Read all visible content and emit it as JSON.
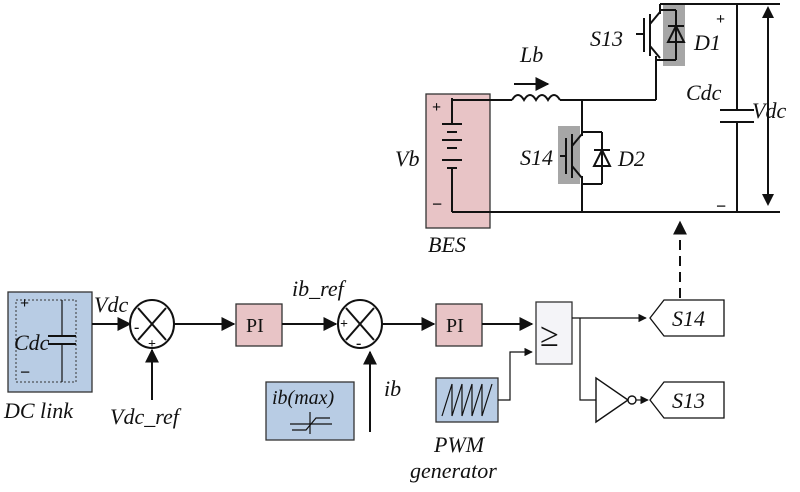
{
  "labels": {
    "s13_top": "S13",
    "d1": "D1",
    "lb": "Lb",
    "cdc_right": "Cdc",
    "vdc_right": "Vdc",
    "vb": "Vb",
    "s14_mid": "S14",
    "d2": "D2",
    "bes": "BES",
    "plus": "+",
    "minus": "−",
    "cdc_left": "Cdc",
    "dc_link": "DC link",
    "vdc_in": "Vdc",
    "vdc_ref": "Vdc_ref",
    "pi1": "PI",
    "pi2": "PI",
    "ib_ref": "ib_ref",
    "ib": "ib",
    "ib_max": "ib(max)",
    "pwm1": "PWM",
    "pwm2": "generator",
    "ge": "≥",
    "s14_out": "S14",
    "s13_out": "S13"
  }
}
